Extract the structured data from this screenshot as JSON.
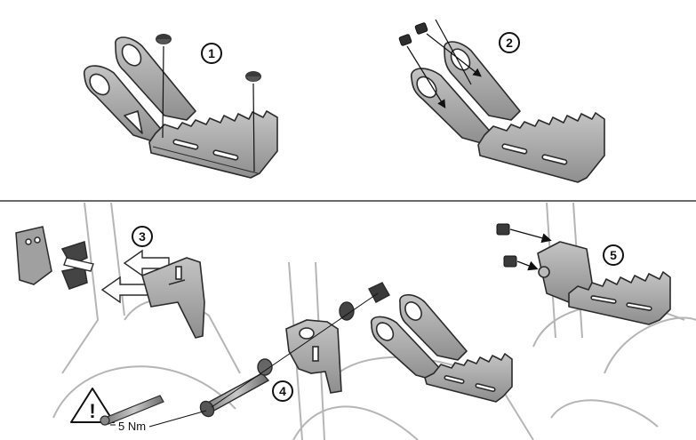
{
  "figure": {
    "steps": [
      {
        "number": "1",
        "label": "①"
      },
      {
        "number": "2",
        "label": "②"
      },
      {
        "number": "3",
        "label": "③"
      },
      {
        "number": "4",
        "label": "④"
      },
      {
        "number": "5",
        "label": "⑤"
      }
    ],
    "warning": {
      "icon": "warning-triangle-icon",
      "torque_label": "5 Nm"
    },
    "colors": {
      "part_fill": "#a9a9a9",
      "part_stroke": "#2b2b2b",
      "frame_stroke": "#b5b5b5",
      "divider": "#3a3a3a"
    }
  }
}
